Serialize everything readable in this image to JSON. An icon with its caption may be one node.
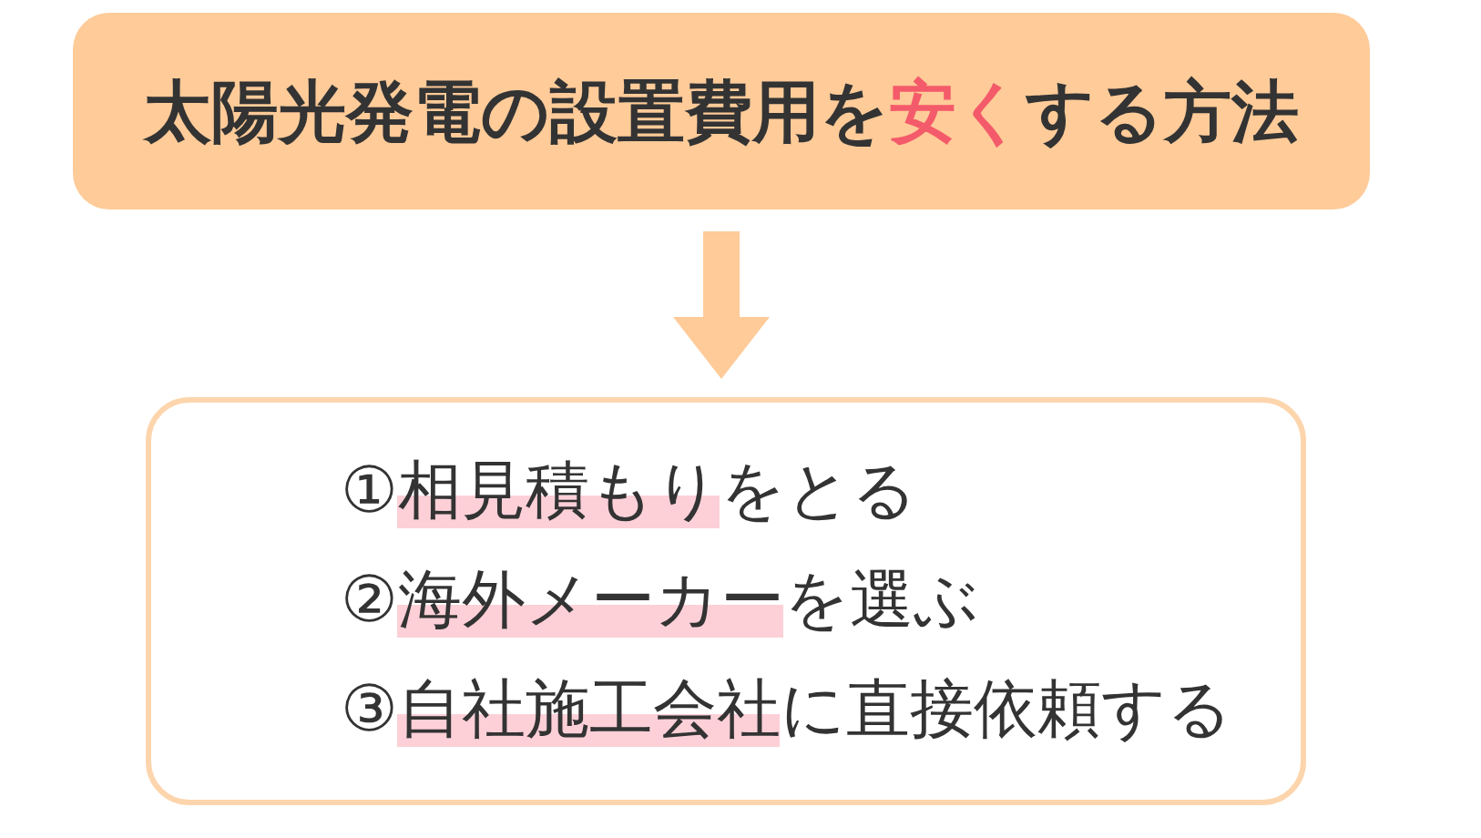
{
  "diagram": {
    "nodes": [
      {
        "text": [
          "太陽光発電の設置費用を**安く**する方法"
        ]
      },
      {
        "text": [
          "①**相見積もり**をとる",
          "②**海外メーカー**を選ぶ",
          "③**自社施工会社**に直接依頼する"
        ]
      }
    ],
    "edges": [
      {
        "from": 0,
        "to": 1,
        "arrow": "to",
        "color": "#fecb99"
      }
    ]
  }
}
